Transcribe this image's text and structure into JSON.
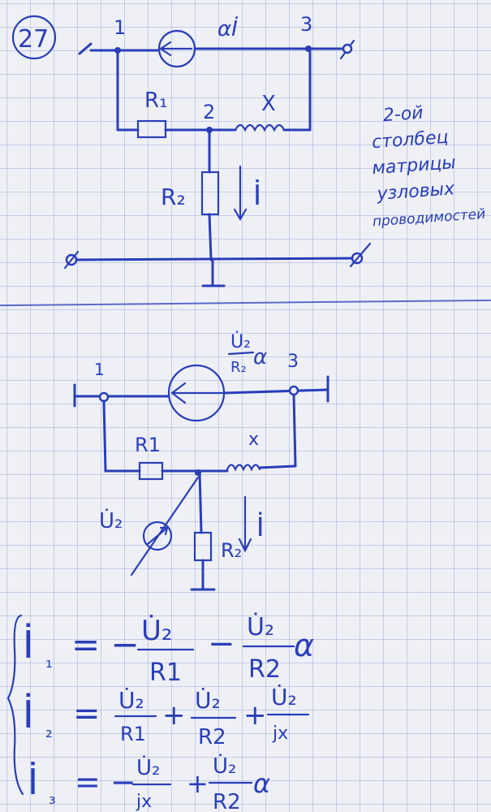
{
  "problem": {
    "number": "27"
  },
  "circuit_top": {
    "node_labels": [
      "1",
      "2",
      "3"
    ],
    "source_label": "αİ",
    "r1": "R₁",
    "r2": "R₂",
    "x": "X",
    "current": "İ",
    "note_lines": [
      "2-ой",
      "столбец",
      "матрицы",
      "узловых",
      "проводимостей"
    ]
  },
  "circuit_bottom": {
    "node_labels": [
      "1",
      "3"
    ],
    "source_num": "U̇₂",
    "source_den": "R₂",
    "source_coef": "α",
    "r1": "R1",
    "r2": "R₂",
    "x": "x",
    "voltage": "U̇₂",
    "current": "İ"
  },
  "equations": [
    {
      "lhs": "İ₁",
      "rhs": "= − U̇₂/R1 − U̇₂/R2·α"
    },
    {
      "lhs": "İ₂",
      "rhs": "= U̇₂/R1 + U̇₂/R2 + U̇₂/jx"
    },
    {
      "lhs": "İ₃",
      "rhs": "= − U̇₂/jx + U̇₂/R2·α"
    }
  ],
  "eq_parts": {
    "i1": [
      "İ",
      "₁",
      "= −",
      "U̇₂",
      "R1",
      "−",
      "U̇₂",
      "R2",
      "α"
    ],
    "i2": [
      "İ",
      "₂",
      "=",
      "U̇₂",
      "R1",
      "+",
      "U̇₂",
      "R2",
      "+",
      "U̇₂",
      "jx"
    ],
    "i3": [
      "İ",
      "₃",
      "= −",
      "U̇₂",
      "jx",
      "+",
      "U̇₂",
      "R2",
      "α"
    ]
  }
}
